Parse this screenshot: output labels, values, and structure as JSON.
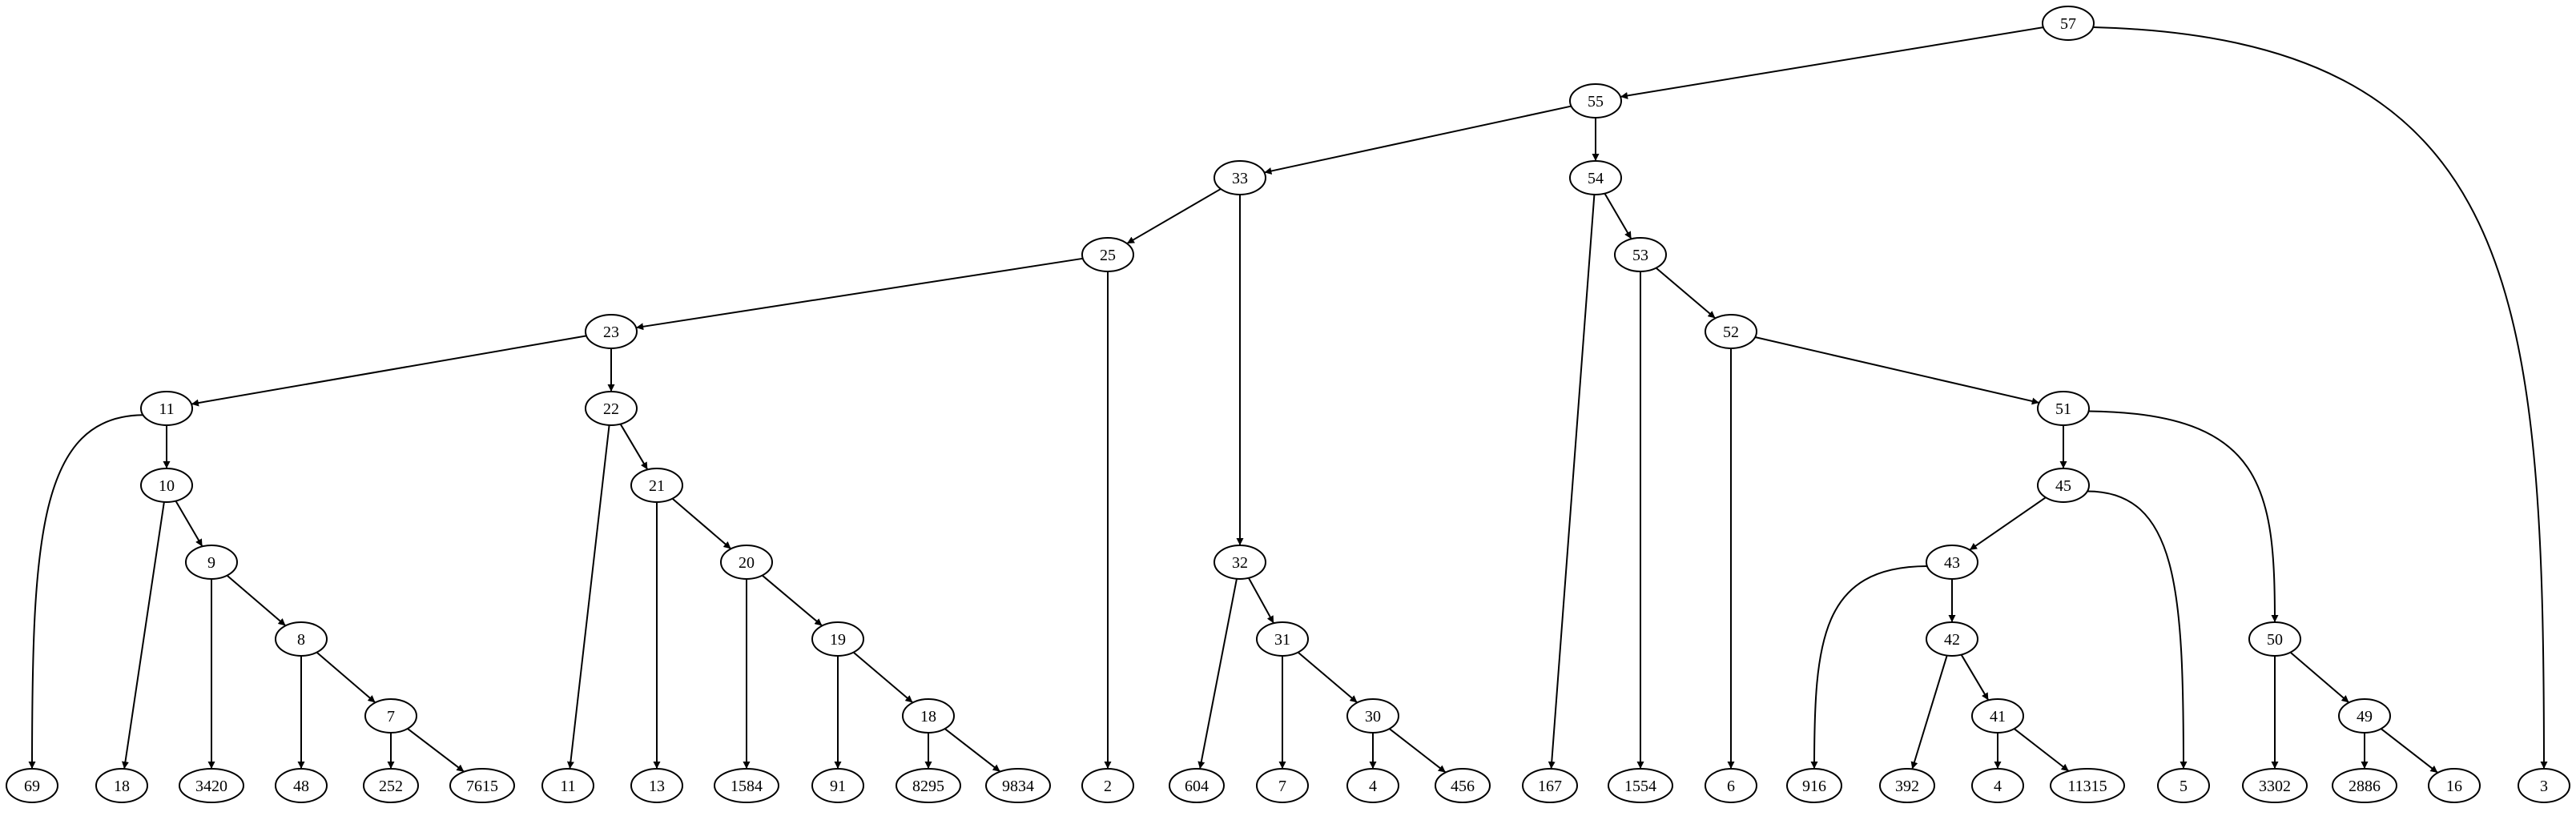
{
  "diagram": {
    "type": "tree",
    "nodes": [
      {
        "id": "n57",
        "label": "57"
      },
      {
        "id": "n55",
        "label": "55"
      },
      {
        "id": "n3",
        "label": "3"
      },
      {
        "id": "n33",
        "label": "33"
      },
      {
        "id": "n54",
        "label": "54"
      },
      {
        "id": "n25",
        "label": "25"
      },
      {
        "id": "n32",
        "label": "32"
      },
      {
        "id": "n167",
        "label": "167"
      },
      {
        "id": "n53",
        "label": "53"
      },
      {
        "id": "n23",
        "label": "23"
      },
      {
        "id": "n2",
        "label": "2"
      },
      {
        "id": "n1554",
        "label": "1554"
      },
      {
        "id": "n52",
        "label": "52"
      },
      {
        "id": "n11",
        "label": "11"
      },
      {
        "id": "n22",
        "label": "22"
      },
      {
        "id": "n6",
        "label": "6"
      },
      {
        "id": "n51",
        "label": "51"
      },
      {
        "id": "n69",
        "label": "69"
      },
      {
        "id": "n10",
        "label": "10"
      },
      {
        "id": "n11b",
        "label": "11"
      },
      {
        "id": "n21",
        "label": "21"
      },
      {
        "id": "n45",
        "label": "45"
      },
      {
        "id": "n50",
        "label": "50"
      },
      {
        "id": "n18",
        "label": "18"
      },
      {
        "id": "n9",
        "label": "9"
      },
      {
        "id": "n13",
        "label": "13"
      },
      {
        "id": "n20",
        "label": "20"
      },
      {
        "id": "n43",
        "label": "43"
      },
      {
        "id": "n5",
        "label": "5"
      },
      {
        "id": "n3302",
        "label": "3302"
      },
      {
        "id": "n49",
        "label": "49"
      },
      {
        "id": "n3420",
        "label": "3420"
      },
      {
        "id": "n8",
        "label": "8"
      },
      {
        "id": "n1584",
        "label": "1584"
      },
      {
        "id": "n19",
        "label": "19"
      },
      {
        "id": "n604",
        "label": "604"
      },
      {
        "id": "n31",
        "label": "31"
      },
      {
        "id": "n916",
        "label": "916"
      },
      {
        "id": "n42",
        "label": "42"
      },
      {
        "id": "n2886",
        "label": "2886"
      },
      {
        "id": "n16",
        "label": "16"
      },
      {
        "id": "n48",
        "label": "48"
      },
      {
        "id": "n7",
        "label": "7"
      },
      {
        "id": "n91",
        "label": "91"
      },
      {
        "id": "n18b",
        "label": "18"
      },
      {
        "id": "n7b",
        "label": "7"
      },
      {
        "id": "n30",
        "label": "30"
      },
      {
        "id": "n392",
        "label": "392"
      },
      {
        "id": "n41",
        "label": "41"
      },
      {
        "id": "n252",
        "label": "252"
      },
      {
        "id": "n7615",
        "label": "7615"
      },
      {
        "id": "n8295",
        "label": "8295"
      },
      {
        "id": "n9834",
        "label": "9834"
      },
      {
        "id": "n4",
        "label": "4"
      },
      {
        "id": "n456",
        "label": "456"
      },
      {
        "id": "n4b",
        "label": "4"
      },
      {
        "id": "n11315",
        "label": "11315"
      }
    ],
    "edges": [
      [
        "n57",
        "n55"
      ],
      [
        "n57",
        "n3"
      ],
      [
        "n55",
        "n33"
      ],
      [
        "n55",
        "n54"
      ],
      [
        "n33",
        "n25"
      ],
      [
        "n33",
        "n32"
      ],
      [
        "n54",
        "n167"
      ],
      [
        "n54",
        "n53"
      ],
      [
        "n25",
        "n23"
      ],
      [
        "n25",
        "n2"
      ],
      [
        "n53",
        "n1554"
      ],
      [
        "n53",
        "n52"
      ],
      [
        "n23",
        "n11"
      ],
      [
        "n23",
        "n22"
      ],
      [
        "n52",
        "n6"
      ],
      [
        "n52",
        "n51"
      ],
      [
        "n11",
        "n69"
      ],
      [
        "n11",
        "n10"
      ],
      [
        "n22",
        "n11b"
      ],
      [
        "n22",
        "n21"
      ],
      [
        "n51",
        "n45"
      ],
      [
        "n51",
        "n50"
      ],
      [
        "n10",
        "n18"
      ],
      [
        "n10",
        "n9"
      ],
      [
        "n21",
        "n13"
      ],
      [
        "n21",
        "n20"
      ],
      [
        "n45",
        "n43"
      ],
      [
        "n45",
        "n5"
      ],
      [
        "n50",
        "n3302"
      ],
      [
        "n50",
        "n49"
      ],
      [
        "n9",
        "n3420"
      ],
      [
        "n9",
        "n8"
      ],
      [
        "n20",
        "n1584"
      ],
      [
        "n20",
        "n19"
      ],
      [
        "n32",
        "n604"
      ],
      [
        "n32",
        "n31"
      ],
      [
        "n43",
        "n916"
      ],
      [
        "n43",
        "n42"
      ],
      [
        "n49",
        "n2886"
      ],
      [
        "n49",
        "n16"
      ],
      [
        "n8",
        "n48"
      ],
      [
        "n8",
        "n7"
      ],
      [
        "n19",
        "n91"
      ],
      [
        "n19",
        "n18b"
      ],
      [
        "n31",
        "n7b"
      ],
      [
        "n31",
        "n30"
      ],
      [
        "n42",
        "n392"
      ],
      [
        "n42",
        "n41"
      ],
      [
        "n7",
        "n252"
      ],
      [
        "n7",
        "n7615"
      ],
      [
        "n18b",
        "n8295"
      ],
      [
        "n18b",
        "n9834"
      ],
      [
        "n30",
        "n4"
      ],
      [
        "n30",
        "n456"
      ],
      [
        "n41",
        "n4b"
      ],
      [
        "n41",
        "n11315"
      ]
    ]
  }
}
